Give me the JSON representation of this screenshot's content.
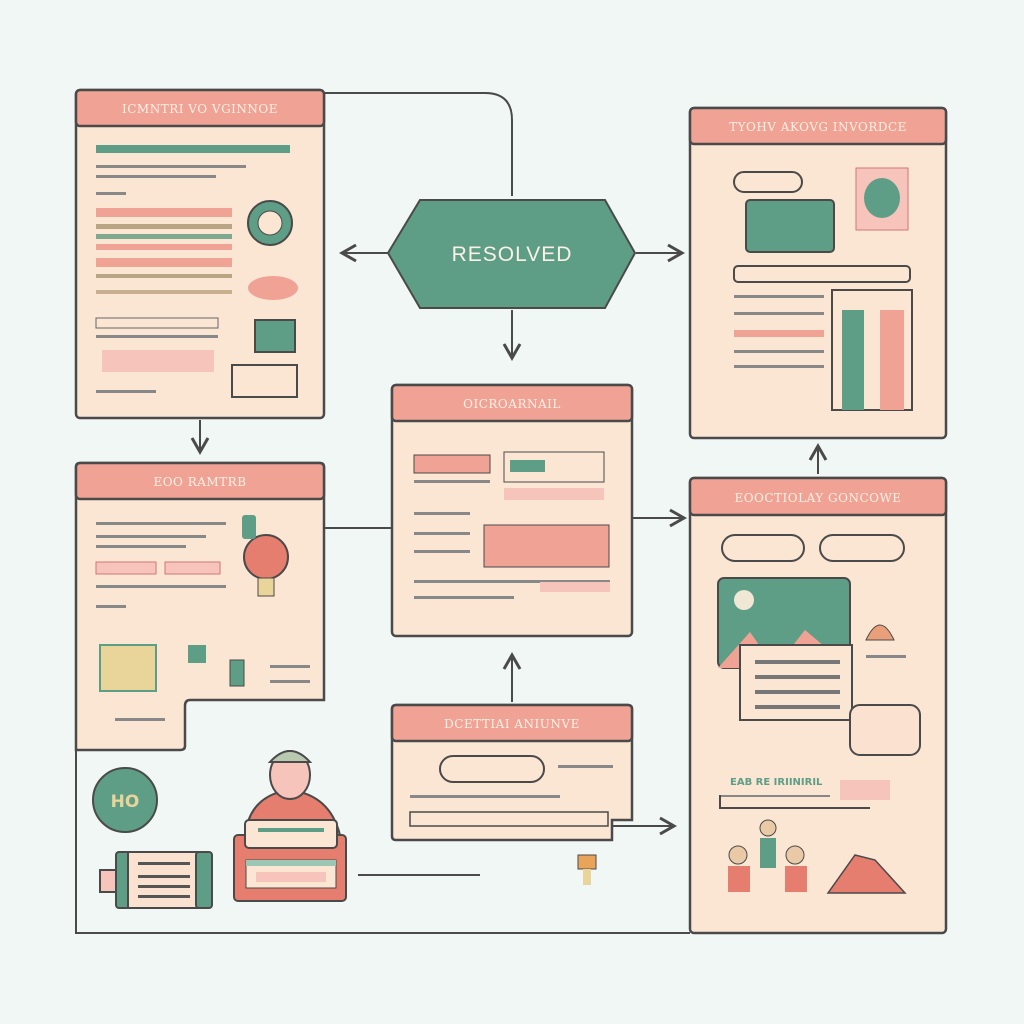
{
  "diagram": {
    "center_node": {
      "label": "RESOLVED"
    },
    "panels": [
      {
        "title": "ICMNTRI VO VGINNOE"
      },
      {
        "title": "TYOHV AKOVG INVORDCE"
      },
      {
        "title": "OICROARNAIL"
      },
      {
        "title": "EOO RAMTRB"
      },
      {
        "title": "DCETTIAI ANIUNVE"
      },
      {
        "title": "EOOCTIOLAY GONCOWE"
      }
    ],
    "badge_text": "HO",
    "caption_text": "EAB RE IRIINIRIL"
  },
  "colors": {
    "background": "#f1f7f5",
    "panel": "#fbe6d4",
    "header": "#f0a394",
    "accent_green": "#5e9e86",
    "outline": "#4a4a4a"
  }
}
